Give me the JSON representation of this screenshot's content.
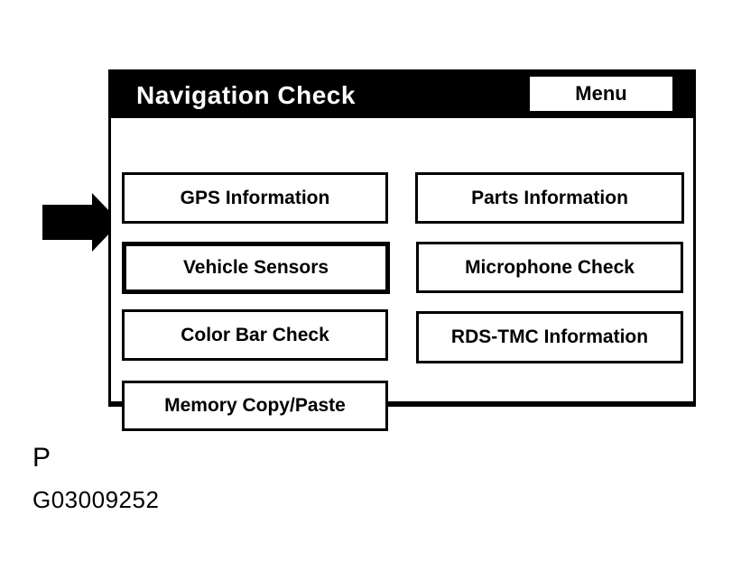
{
  "panel": {
    "title": "Navigation Check",
    "menu_button_label": "Menu",
    "buttons": [
      {
        "label": "GPS Information",
        "selected": false
      },
      {
        "label": "Parts Information",
        "selected": false
      },
      {
        "label": "Vehicle Sensors",
        "selected": true
      },
      {
        "label": "Microphone Check",
        "selected": false
      },
      {
        "label": "Color Bar Check",
        "selected": false
      },
      {
        "label": "RDS-TMC Information",
        "selected": false
      },
      {
        "label": "Memory Copy/Paste",
        "selected": false
      }
    ]
  },
  "pointer": {
    "shape": "right-arrow",
    "points_to": "Vehicle Sensors"
  },
  "caption": {
    "page_label": "P",
    "figure_id": "G03009252"
  },
  "colors": {
    "header_bg": "#000000",
    "header_text": "#ffffff",
    "button_bg": "#ffffff",
    "button_border": "#000000",
    "button_text": "#000000",
    "page_bg": "#ffffff",
    "arrow_fill": "#000000"
  }
}
